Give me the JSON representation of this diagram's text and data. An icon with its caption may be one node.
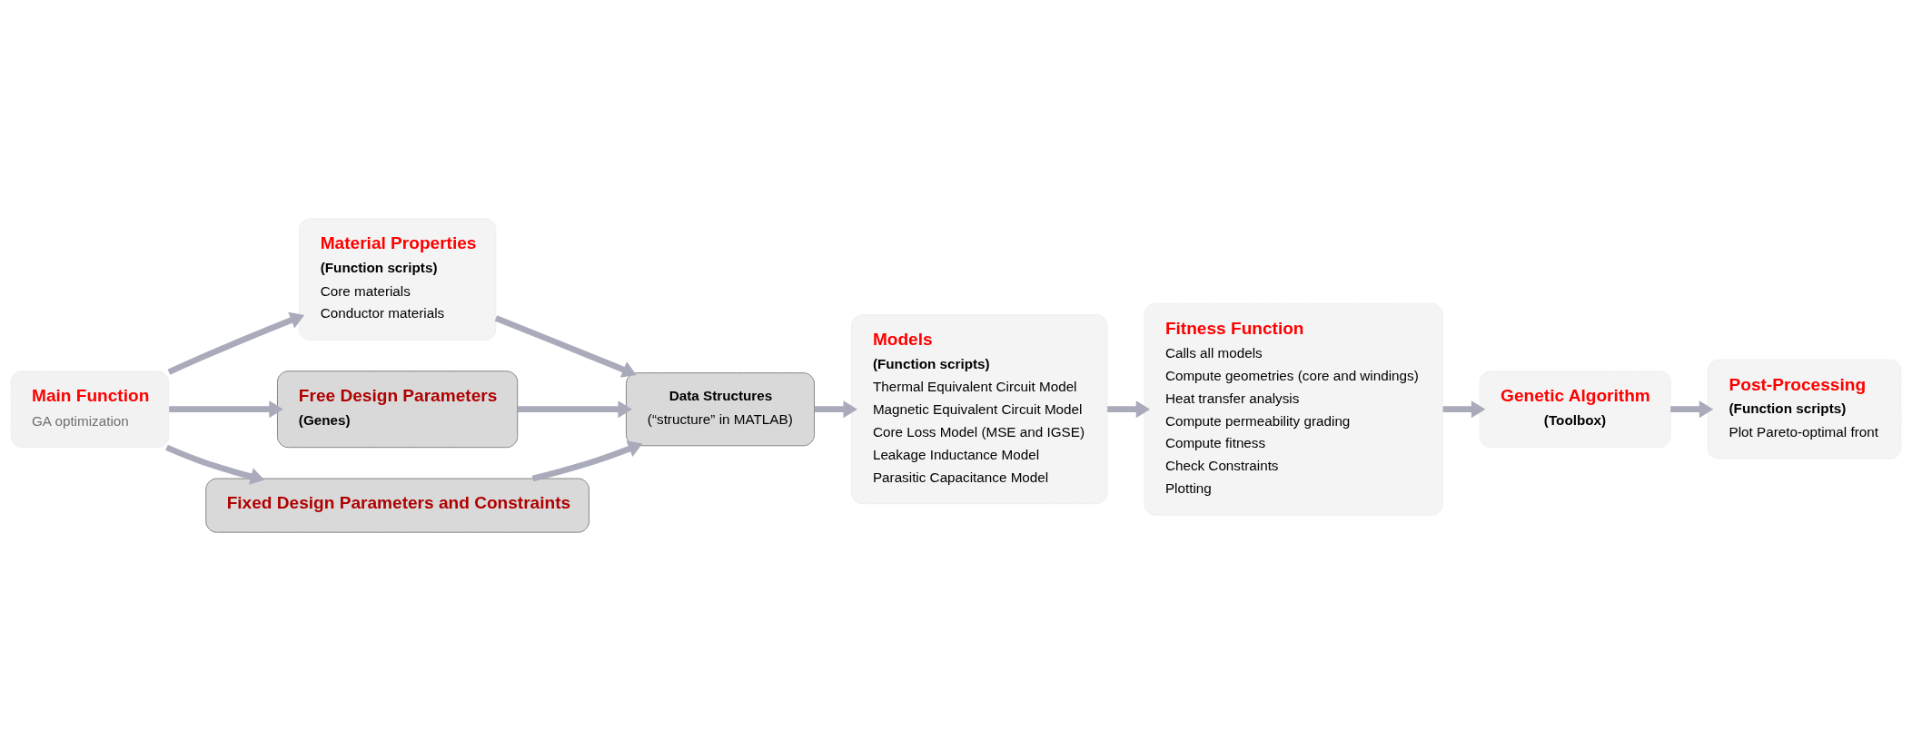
{
  "diagram": {
    "nodes": [
      {
        "text": [
          "Main Function",
          "GA optimization"
        ]
      },
      {
        "text": [
          "Material Properties",
          "(Function scripts)",
          "Core materials",
          "Conductor materials"
        ]
      },
      {
        "text": [
          "Free Design Parameters",
          "(Genes)"
        ]
      },
      {
        "text": [
          "Fixed Design Parameters and Constraints"
        ]
      },
      {
        "text": [
          "Data Structures",
          "(“structure” in MATLAB)"
        ]
      },
      {
        "text": [
          "Models",
          "(Function scripts)",
          "Thermal Equivalent Circuit Model",
          "Magnetic Equivalent Circuit Model",
          "Core Loss Model (MSE and IGSE)",
          "Leakage Inductance Model",
          "Parasitic Capacitance Model"
        ]
      },
      {
        "text": [
          "Fitness Function",
          "Calls all models",
          "Compute geometries (core and windings)",
          "Heat transfer analysis",
          "Compute permeability grading",
          "Compute fitness",
          "Check Constraints",
          "Plotting"
        ]
      },
      {
        "text": [
          "Genetic Algorithm",
          "(Toolbox)"
        ]
      },
      {
        "text": [
          "Post-Processing",
          "(Function scripts)",
          "Plot Pareto-optimal front"
        ]
      }
    ],
    "edges": [
      {
        "from": 0,
        "to": 1,
        "arrow": "to"
      },
      {
        "from": 0,
        "to": 2,
        "arrow": "to"
      },
      {
        "from": 0,
        "to": 3,
        "arrow": "to"
      },
      {
        "from": 1,
        "to": 4,
        "arrow": "to"
      },
      {
        "from": 2,
        "to": 4,
        "arrow": "to"
      },
      {
        "from": 3,
        "to": 4,
        "arrow": "to"
      },
      {
        "from": 4,
        "to": 5,
        "arrow": "to"
      },
      {
        "from": 5,
        "to": 6,
        "arrow": "to"
      },
      {
        "from": 6,
        "to": 7,
        "arrow": "to"
      },
      {
        "from": 7,
        "to": 8,
        "arrow": "to"
      }
    ]
  }
}
